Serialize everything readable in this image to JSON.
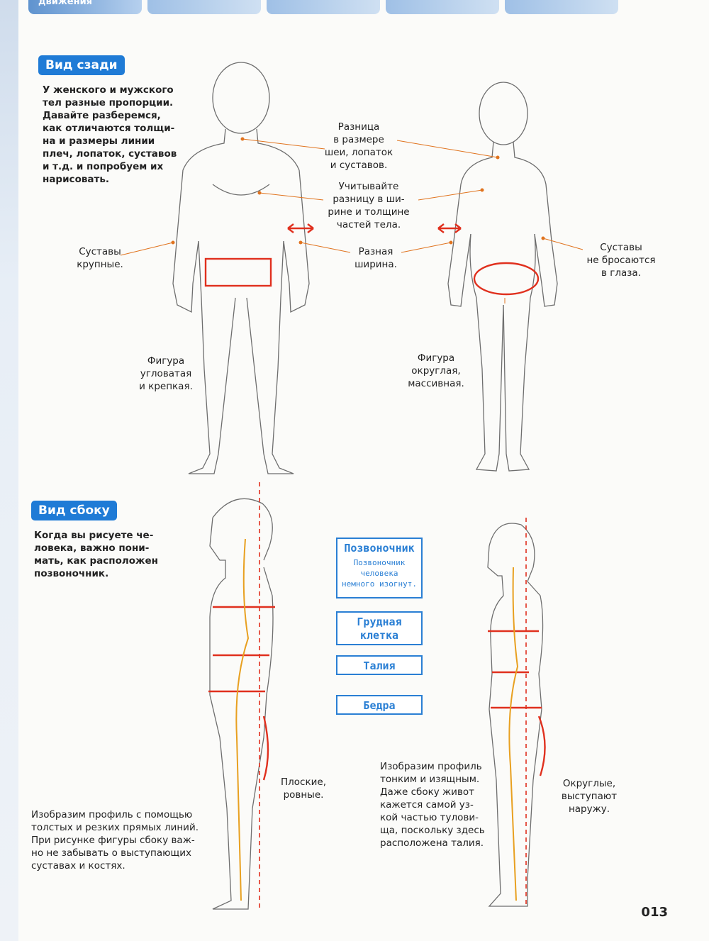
{
  "nav": {
    "tabs": [
      "движения",
      "",
      "",
      "",
      ""
    ]
  },
  "back_view": {
    "label": "Вид сзади",
    "intro": "У женского и мужского\nтел разные пропорции.\nДавайте разберемся,\nкак отличаются толщи-\nна и размеры линии\nплеч, лопаток, суставов\nи т.д. и попробуем их\nнарисовать.",
    "annotations": {
      "neck": "Разница\nв размере\nшеи, лопаток\nи суставов.",
      "width": "Учитывайте\nразницу в ши-\nрине и толщине\nчастей тела.",
      "joints_male": "Суставы\nкрупные.",
      "diff_width": "Разная\nширина.",
      "joints_female": "Суставы\nне бросаются\nв глаза.",
      "figure_male": "Фигура\nугловатая\nи крепкая.",
      "figure_female": "Фигура\nокруглая,\nмассивная."
    }
  },
  "side_view": {
    "label": "Вид сбоку",
    "intro": "Когда вы рисуете че-\nловека, важно пони-\nмать, как расположен\nпозвоночник.",
    "boxes": {
      "spine_title": "Позвоночник",
      "spine_desc": "Позвоночник\nчеловека\nнемного изогнут.",
      "chest": "Грудная\nклетка",
      "waist": "Талия",
      "hips": "Бедра"
    },
    "flat": "Плоские,\nровные.",
    "round": "Округлые,\nвыступают\nнаружу.",
    "male_desc": "Изобразим профиль с помощью\nтолстых и резких прямых линий.\nПри рисунке фигуры сбоку важ-\nно не забывать о выступающих\nсуставах и костях.",
    "female_desc": "Изобразим профиль\nтонким и изящным.\nДаже сбоку живот\nкажется самой уз-\nкой частью тулови-\nща, поскольку здесь\nрасположена талия."
  },
  "page_number": "013",
  "colors": {
    "accent_blue": "#1f7bd6",
    "annotation_red": "#e0301e",
    "spine_orange": "#e8a020"
  }
}
